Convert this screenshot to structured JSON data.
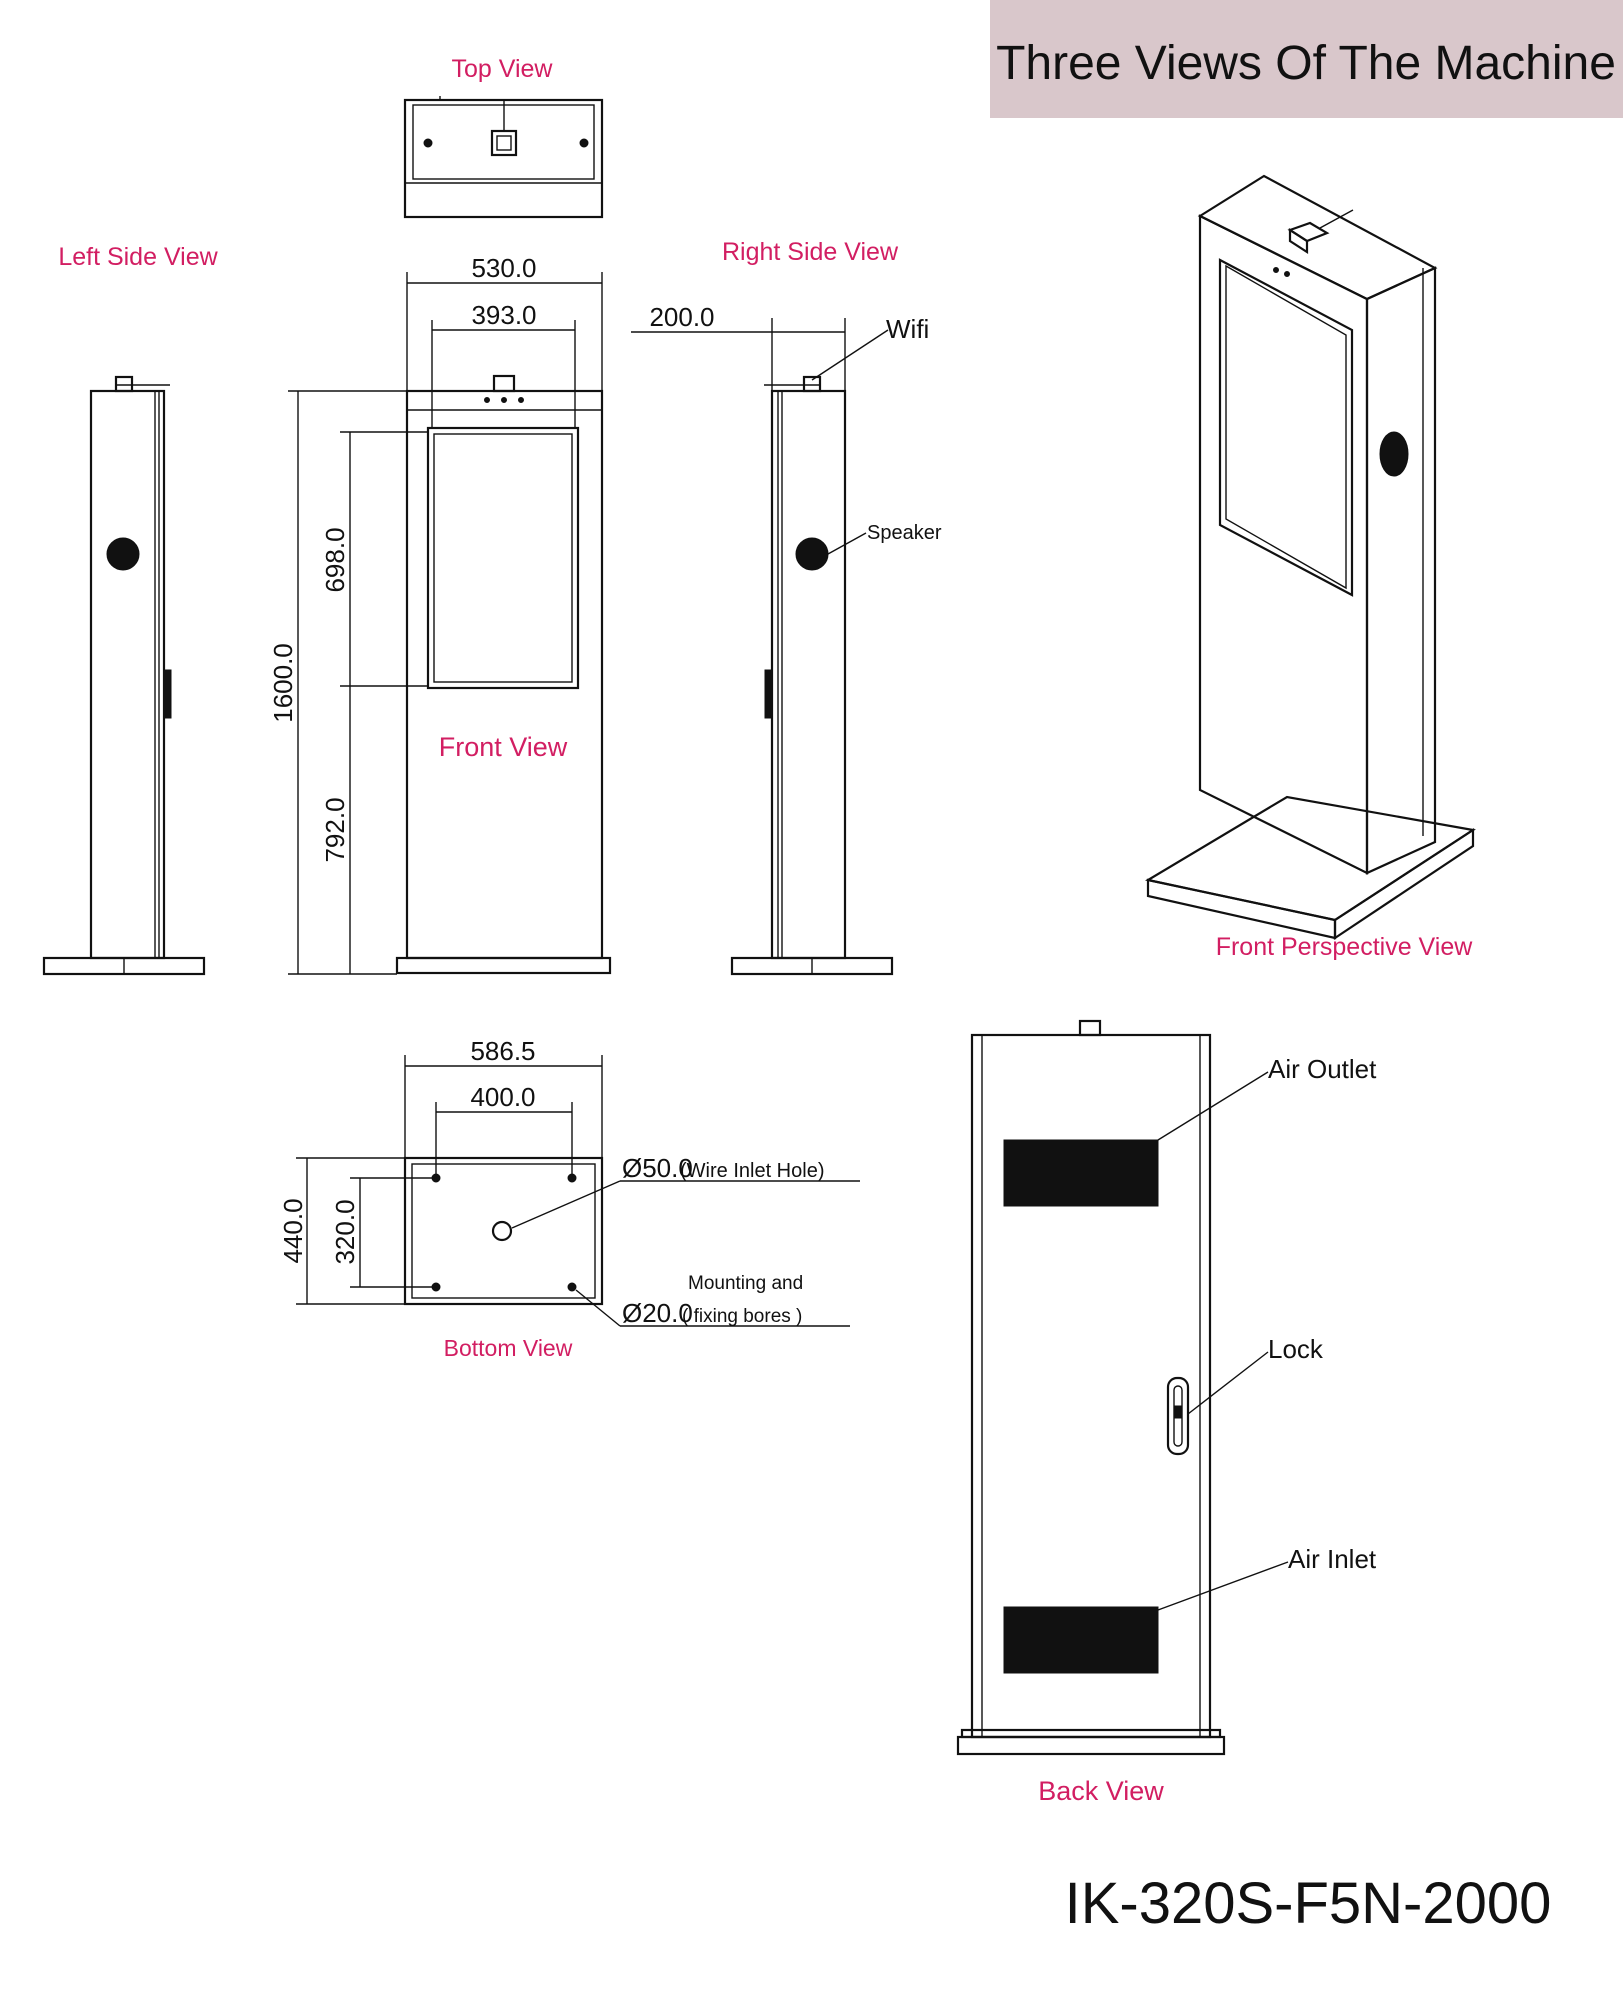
{
  "title": "Three Views Of The Machine",
  "model": "IK-320S-F5N-2000",
  "colors": {
    "header_bg": "#d9c7cb",
    "label_pink": "#d21e62",
    "line": "#111111"
  },
  "views": {
    "top": "Top View",
    "left_side": "Left Side View",
    "right_side": "Right Side View",
    "front": "Front View",
    "front_perspective": "Front Perspective View",
    "bottom": "Bottom View",
    "back": "Back View"
  },
  "dimensions": {
    "front_width": "530.0",
    "screen_width": "393.0",
    "depth": "200.0",
    "total_height": "1600.0",
    "screen_height": "698.0",
    "bottom_to_screen": "792.0",
    "base_width": "586.5",
    "bolt_spacing_x": "400.0",
    "base_depth": "440.0",
    "bolt_spacing_y": "320.0"
  },
  "callouts": {
    "wifi": "Wifi",
    "speaker": "Speaker",
    "wire_hole_dim": "Ø50.0",
    "wire_hole_text": "(Wire Inlet Hole)",
    "mounting_line1": "Mounting and",
    "bore_dim": "Ø20.0",
    "mounting_line2": "( fixing bores )",
    "air_outlet": "Air Outlet",
    "lock": "Lock",
    "air_inlet": "Air Inlet"
  }
}
